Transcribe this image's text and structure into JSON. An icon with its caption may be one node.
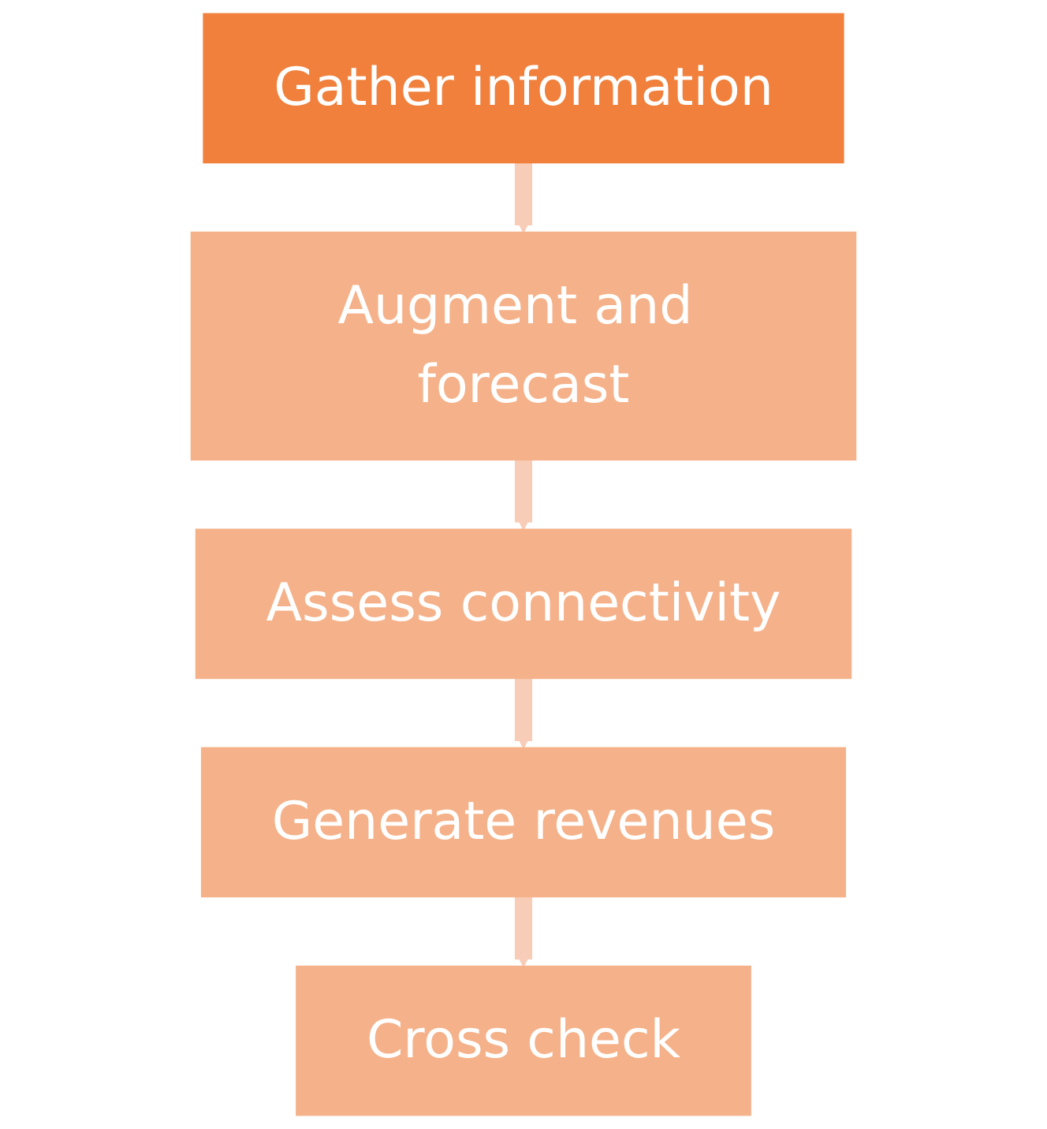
{
  "diagram": {
    "nodes": [
      {
        "text": [
          "Gather information"
        ]
      },
      {
        "text": [
          "Augment and forecast"
        ]
      },
      {
        "text": [
          "Assess connectivity"
        ]
      },
      {
        "text": [
          "Generate revenues"
        ]
      },
      {
        "text": [
          "Cross check"
        ]
      }
    ],
    "edges": [
      {
        "from": 0,
        "to": 1,
        "arrow": "to"
      },
      {
        "from": 1,
        "to": 2,
        "arrow": "to"
      },
      {
        "from": 2,
        "to": 3,
        "arrow": "to"
      },
      {
        "from": 3,
        "to": 4,
        "arrow": "to"
      }
    ]
  }
}
